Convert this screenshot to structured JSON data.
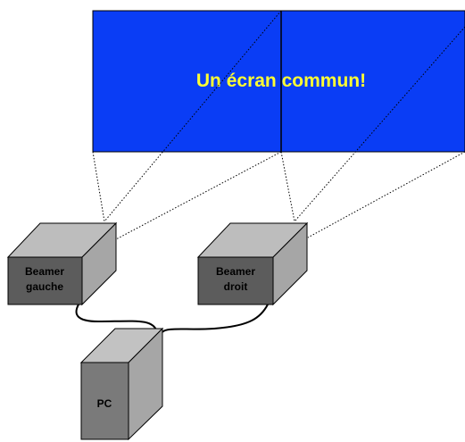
{
  "screen": {
    "caption": "Un écran commun!",
    "fill_color": "#0a3df5",
    "caption_color": "#ffff33"
  },
  "projectors": {
    "left": {
      "label_line1": "Beamer",
      "label_line2": "gauche"
    },
    "right": {
      "label_line1": "Beamer",
      "label_line2": "droit"
    }
  },
  "computer": {
    "label": "PC"
  },
  "colors": {
    "box_top": "#bdbdbd",
    "box_side": "#a6a6a6",
    "box_front": "#5c5c5c",
    "pc_front": "#7a7a7a",
    "pc_side": "#a6a6a6",
    "pc_top": "#c2c2c2"
  }
}
